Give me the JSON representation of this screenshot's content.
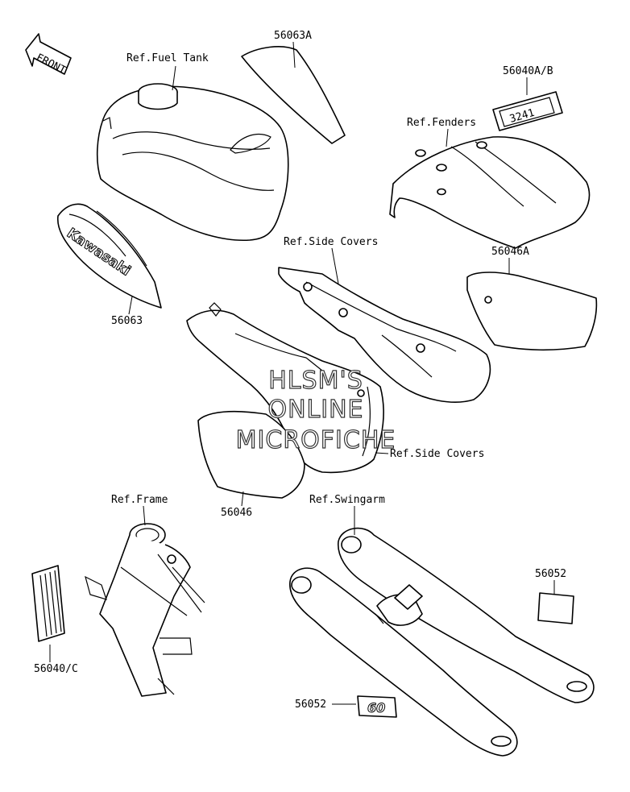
{
  "front_marker": "FRONT",
  "labels": {
    "ref_fuel_tank": "Ref.Fuel Tank",
    "p56063A": "56063A",
    "p56040AB": "56040A/B",
    "ref_fenders": "Ref.Fenders",
    "ref_side_covers_upper": "Ref.Side Covers",
    "p56046A": "56046A",
    "p56063": "56063",
    "ref_side_covers_lower": "Ref.Side Covers",
    "p56046": "56046",
    "ref_frame": "Ref.Frame",
    "ref_swingarm": "Ref.Swingarm",
    "p56052_right": "56052",
    "p56040C": "56040/C",
    "p56052_bottom": "56052"
  },
  "decal_text": {
    "tank_brand": "Kawasaki",
    "plate_code": "3241",
    "emblem": "60"
  },
  "watermark": [
    "HLSM'S",
    "ONLINE",
    "MICROFICHE"
  ]
}
